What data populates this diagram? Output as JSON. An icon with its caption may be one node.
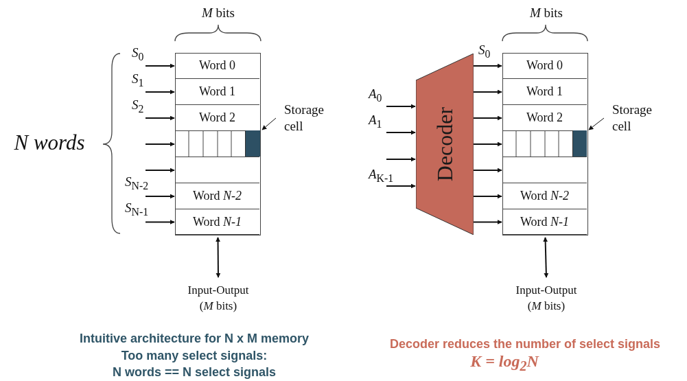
{
  "diagram": {
    "nodes": [
      {
        "text": [],
        "shape": "box"
      },
      {
        "text": [
          "Word 0"
        ],
        "in": 0
      },
      {
        "text": [
          "Word 1"
        ],
        "in": 0
      },
      {
        "text": [
          "Word 2"
        ],
        "in": 0
      },
      {
        "text": [],
        "shape": "box",
        "in": 0
      },
      {
        "text": [],
        "shape": "box",
        "in": 0
      },
      {
        "text": [
          "Word *N-2*"
        ],
        "in": 0
      },
      {
        "text": [
          "Word *N-1*"
        ],
        "in": 0
      },
      {
        "text": [],
        "shape": "box",
        "in": 4
      },
      {
        "text": [
          "Storage cell"
        ]
      },
      {
        "text": [
          "Input-Output (*M* bits)"
        ]
      },
      {
        "text": [
          "Decoder"
        ]
      },
      {
        "text": [],
        "shape": "box"
      },
      {
        "text": [
          "Word 0"
        ],
        "in": 12
      },
      {
        "text": [
          "Word 1"
        ],
        "in": 12
      },
      {
        "text": [
          "Word 2"
        ],
        "in": 12
      },
      {
        "text": [],
        "shape": "box",
        "in": 12
      },
      {
        "text": [],
        "shape": "box",
        "in": 12
      },
      {
        "text": [
          "Word *N-2*"
        ],
        "in": 12
      },
      {
        "text": [
          "Word *N-1*"
        ],
        "in": 12
      },
      {
        "text": [],
        "shape": "box",
        "in": 16
      },
      {
        "text": [
          "Storage cell"
        ]
      },
      {
        "text": [
          "Input-Output (*M* bits)"
        ]
      }
    ],
    "edges": [
      {
        "from": null,
        "to": 1,
        "arrow": "to",
        "label": "*S*$_{0}$"
      },
      {
        "from": null,
        "to": 2,
        "arrow": "to",
        "label": "*S*$_{1}$"
      },
      {
        "from": null,
        "to": 3,
        "arrow": "to",
        "label": "*S*$_{2}$"
      },
      {
        "from": null,
        "to": 4,
        "arrow": "to"
      },
      {
        "from": null,
        "to": 5,
        "arrow": "to"
      },
      {
        "from": null,
        "to": 6,
        "arrow": "to",
        "label": "*S*$_{N-2}$"
      },
      {
        "from": null,
        "to": 7,
        "arrow": "to",
        "label": "*S*$_{N-1}$"
      },
      {
        "from": 9,
        "to": 8,
        "arrow": "to"
      },
      {
        "from": 0,
        "to": 10,
        "arrow": "both"
      },
      {
        "from": null,
        "to": 11,
        "arrow": "to",
        "label": "*A*$_{0}$"
      },
      {
        "from": null,
        "to": 11,
        "arrow": "to",
        "label": "*A*$_{1}$"
      },
      {
        "from": null,
        "to": 11,
        "arrow": "to"
      },
      {
        "from": null,
        "to": 11,
        "arrow": "to",
        "label": "*A*$_{K-1}$"
      },
      {
        "from": 11,
        "to": 13,
        "arrow": "to",
        "label": "*S*$_{0}$"
      },
      {
        "from": 11,
        "to": 14,
        "arrow": "to"
      },
      {
        "from": 11,
        "to": 15,
        "arrow": "to"
      },
      {
        "from": 11,
        "to": 16,
        "arrow": "to"
      },
      {
        "from": 11,
        "to": 17,
        "arrow": "to"
      },
      {
        "from": 11,
        "to": 18,
        "arrow": "to"
      },
      {
        "from": 11,
        "to": 19,
        "arrow": "to"
      },
      {
        "from": 21,
        "to": 20,
        "arrow": "to"
      },
      {
        "from": 12,
        "to": 22,
        "arrow": "both"
      }
    ],
    "labels": [
      "*M* bits",
      "*M* bits",
      "N words",
      "Intuitive architecture for N x M memory",
      "Decoder reduces the number of select signals",
      "Too many select signals:",
      "K = log$_{2}$N",
      "N words == N select signals"
    ]
  }
}
